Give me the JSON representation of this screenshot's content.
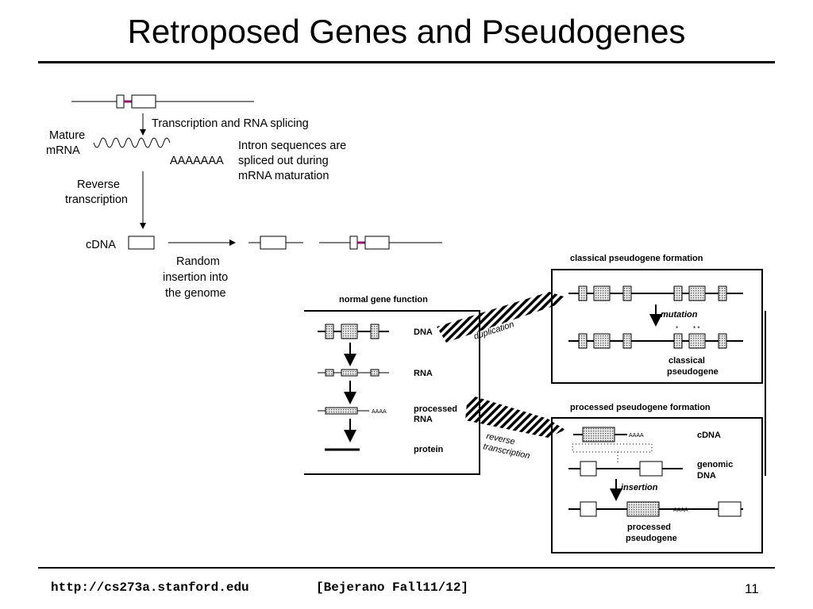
{
  "slide": {
    "title": "Retroposed Genes and Pseudogenes",
    "footer_url": "http://cs273a.stanford.edu",
    "footer_ref": "[Bejerano Fall11/12]",
    "page_number": "11"
  },
  "left_diagram": {
    "transcription_label": "Transcription and RNA splicing",
    "mature_label_1": "Mature",
    "mature_label_2": "mRNA",
    "polya": "AAAAAAA",
    "intron_note_1": "Intron sequences are",
    "intron_note_2": "spliced out during",
    "intron_note_3": "mRNA maturation",
    "reverse_1": "Reverse",
    "reverse_2": "transcription",
    "cdna_label": "cDNA",
    "random_1": "Random",
    "random_2": "insertion into",
    "random_3": "the genome"
  },
  "normal_panel": {
    "title": "normal gene function",
    "dna": "DNA",
    "rna": "RNA",
    "processed_1": "processed",
    "processed_2": "RNA",
    "protein": "protein",
    "polya": "AAAA"
  },
  "arrows": {
    "duplication": "duplication",
    "reverse_1": "reverse",
    "reverse_2": "transcription"
  },
  "classical_panel": {
    "title": "classical pseudogene formation",
    "mutation": "mutation",
    "result_1": "classical",
    "result_2": "pseudogene"
  },
  "processed_panel": {
    "title": "processed pseudogene formation",
    "cdna": "cDNA",
    "polya": "AAAA",
    "genomic_1": "genomic",
    "genomic_2": "DNA",
    "insertion": "insertion",
    "result_1": "processed",
    "result_2": "pseudogene"
  }
}
